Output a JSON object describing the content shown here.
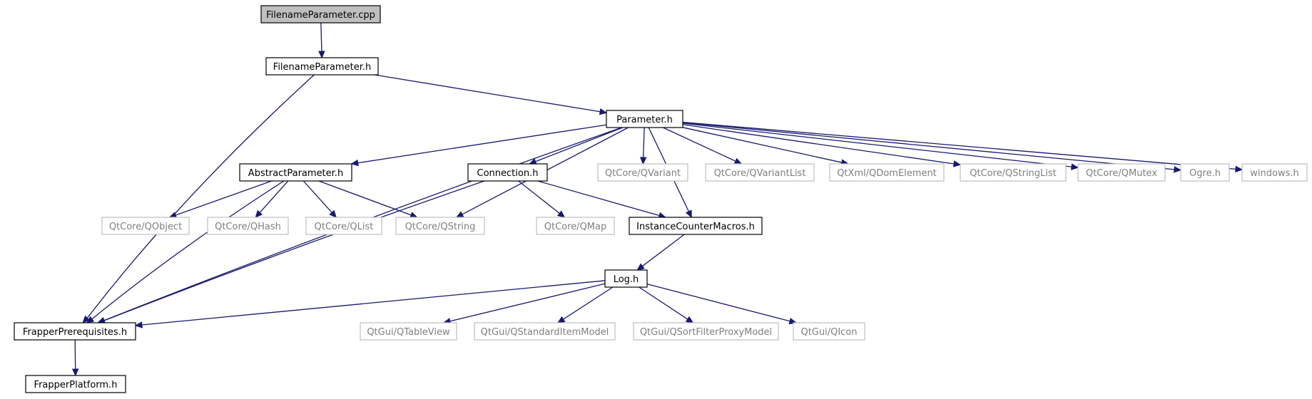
{
  "diagram": {
    "nodes": [
      {
        "id": "fpcpp",
        "label": "FilenameParameter.cpp",
        "kind": "root"
      },
      {
        "id": "fph",
        "label": "FilenameParameter.h",
        "kind": "local"
      },
      {
        "id": "param",
        "label": "Parameter.h",
        "kind": "local"
      },
      {
        "id": "absparam",
        "label": "AbstractParameter.h",
        "kind": "local"
      },
      {
        "id": "conn",
        "label": "Connection.h",
        "kind": "local"
      },
      {
        "id": "qvariant",
        "label": "QtCore/QVariant",
        "kind": "external"
      },
      {
        "id": "qvariantlist",
        "label": "QtCore/QVariantList",
        "kind": "external"
      },
      {
        "id": "qdomelement",
        "label": "QtXml/QDomElement",
        "kind": "external"
      },
      {
        "id": "qstringlist",
        "label": "QtCore/QStringList",
        "kind": "external"
      },
      {
        "id": "qmutex",
        "label": "QtCore/QMutex",
        "kind": "external"
      },
      {
        "id": "ogre",
        "label": "Ogre.h",
        "kind": "external"
      },
      {
        "id": "windows",
        "label": "windows.h",
        "kind": "external"
      },
      {
        "id": "qobject",
        "label": "QtCore/QObject",
        "kind": "external"
      },
      {
        "id": "qhash",
        "label": "QtCore/QHash",
        "kind": "external"
      },
      {
        "id": "qlist",
        "label": "QtCore/QList",
        "kind": "external"
      },
      {
        "id": "qstring",
        "label": "QtCore/QString",
        "kind": "external"
      },
      {
        "id": "qmap",
        "label": "QtCore/QMap",
        "kind": "external"
      },
      {
        "id": "icm",
        "label": "InstanceCounterMacros.h",
        "kind": "local"
      },
      {
        "id": "log",
        "label": "Log.h",
        "kind": "local"
      },
      {
        "id": "fprereq",
        "label": "FrapperPrerequisites.h",
        "kind": "local"
      },
      {
        "id": "qtableview",
        "label": "QtGui/QTableView",
        "kind": "external"
      },
      {
        "id": "qsim",
        "label": "QtGui/QStandardItemModel",
        "kind": "external"
      },
      {
        "id": "qsfpm",
        "label": "QtGui/QSortFilterProxyModel",
        "kind": "external"
      },
      {
        "id": "qicon",
        "label": "QtGui/QIcon",
        "kind": "external"
      },
      {
        "id": "fplatform",
        "label": "FrapperPlatform.h",
        "kind": "local"
      }
    ],
    "edges": [
      {
        "from": "fpcpp",
        "to": "fph"
      },
      {
        "from": "fph",
        "to": "param"
      },
      {
        "from": "fph",
        "to": "fprereq"
      },
      {
        "from": "param",
        "to": "absparam"
      },
      {
        "from": "param",
        "to": "conn"
      },
      {
        "from": "param",
        "to": "qvariant"
      },
      {
        "from": "param",
        "to": "qvariantlist"
      },
      {
        "from": "param",
        "to": "qdomelement"
      },
      {
        "from": "param",
        "to": "qstringlist"
      },
      {
        "from": "param",
        "to": "qmutex"
      },
      {
        "from": "param",
        "to": "ogre"
      },
      {
        "from": "param",
        "to": "windows"
      },
      {
        "from": "param",
        "to": "qstring"
      },
      {
        "from": "param",
        "to": "icm"
      },
      {
        "from": "param",
        "to": "fprereq"
      },
      {
        "from": "absparam",
        "to": "qobject"
      },
      {
        "from": "absparam",
        "to": "qhash"
      },
      {
        "from": "absparam",
        "to": "qlist"
      },
      {
        "from": "absparam",
        "to": "qstring"
      },
      {
        "from": "absparam",
        "to": "fprereq"
      },
      {
        "from": "conn",
        "to": "qmap"
      },
      {
        "from": "conn",
        "to": "icm"
      },
      {
        "from": "conn",
        "to": "fprereq"
      },
      {
        "from": "icm",
        "to": "log"
      },
      {
        "from": "log",
        "to": "fprereq"
      },
      {
        "from": "log",
        "to": "qtableview"
      },
      {
        "from": "log",
        "to": "qsim"
      },
      {
        "from": "log",
        "to": "qsfpm"
      },
      {
        "from": "log",
        "to": "qicon"
      },
      {
        "from": "fprereq",
        "to": "fplatform"
      }
    ]
  }
}
